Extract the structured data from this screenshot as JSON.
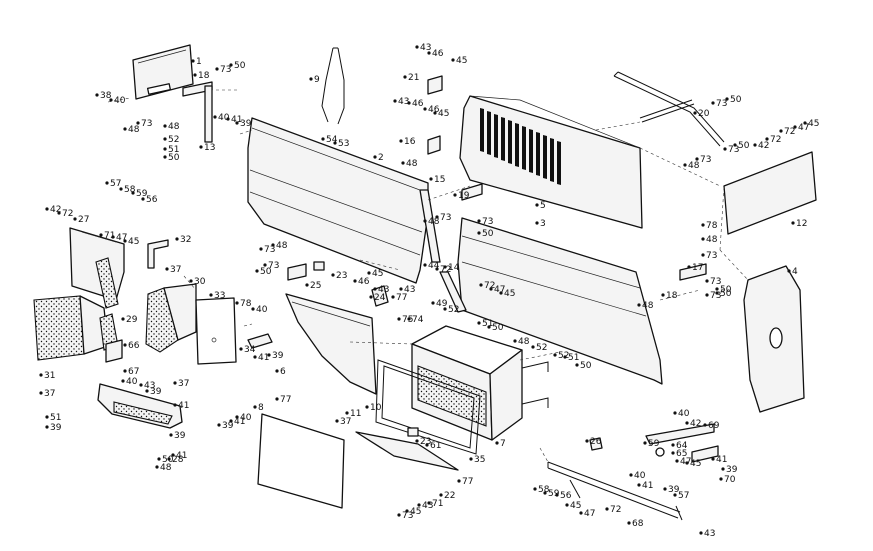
{
  "diagram": {
    "labels": [
      "1",
      "18",
      "73",
      "50",
      "38",
      "40",
      "48",
      "73",
      "48",
      "52",
      "51",
      "50",
      "13",
      "40",
      "41",
      "39",
      "9",
      "54",
      "53",
      "43",
      "46",
      "45",
      "21",
      "43",
      "46",
      "46",
      "45",
      "16",
      "48",
      "2",
      "5",
      "20",
      "73",
      "50",
      "73",
      "50",
      "48",
      "73",
      "42",
      "72",
      "72",
      "47",
      "45",
      "12",
      "57",
      "58",
      "59",
      "56",
      "42",
      "72",
      "27",
      "71",
      "47",
      "45",
      "32",
      "15",
      "19",
      "48",
      "73",
      "73",
      "50",
      "3",
      "78",
      "48",
      "73",
      "17",
      "73",
      "50",
      "73",
      "50",
      "18",
      "48",
      "4",
      "37",
      "30",
      "33",
      "73",
      "48",
      "50",
      "73",
      "25",
      "23",
      "46",
      "45",
      "43",
      "24",
      "77",
      "43",
      "44",
      "72",
      "14",
      "72",
      "47",
      "45",
      "78",
      "40",
      "34",
      "41",
      "39",
      "75",
      "74",
      "29",
      "49",
      "52",
      "51",
      "50",
      "66",
      "31",
      "37",
      "67",
      "40",
      "43",
      "39",
      "37",
      "41",
      "39",
      "28",
      "48",
      "52",
      "52",
      "51",
      "50",
      "6",
      "8",
      "77",
      "39",
      "41",
      "40",
      "37",
      "11",
      "10",
      "23",
      "61",
      "35",
      "7",
      "77",
      "51",
      "39",
      "40",
      "42",
      "69",
      "64",
      "65",
      "59",
      "47",
      "45",
      "41",
      "39",
      "70",
      "40",
      "41",
      "39",
      "57",
      "58",
      "59",
      "56",
      "45",
      "47",
      "72",
      "68",
      "43",
      "26",
      "45",
      "43",
      "71",
      "73",
      "22",
      "50",
      "48",
      "41",
      "39",
      "37"
    ]
  }
}
